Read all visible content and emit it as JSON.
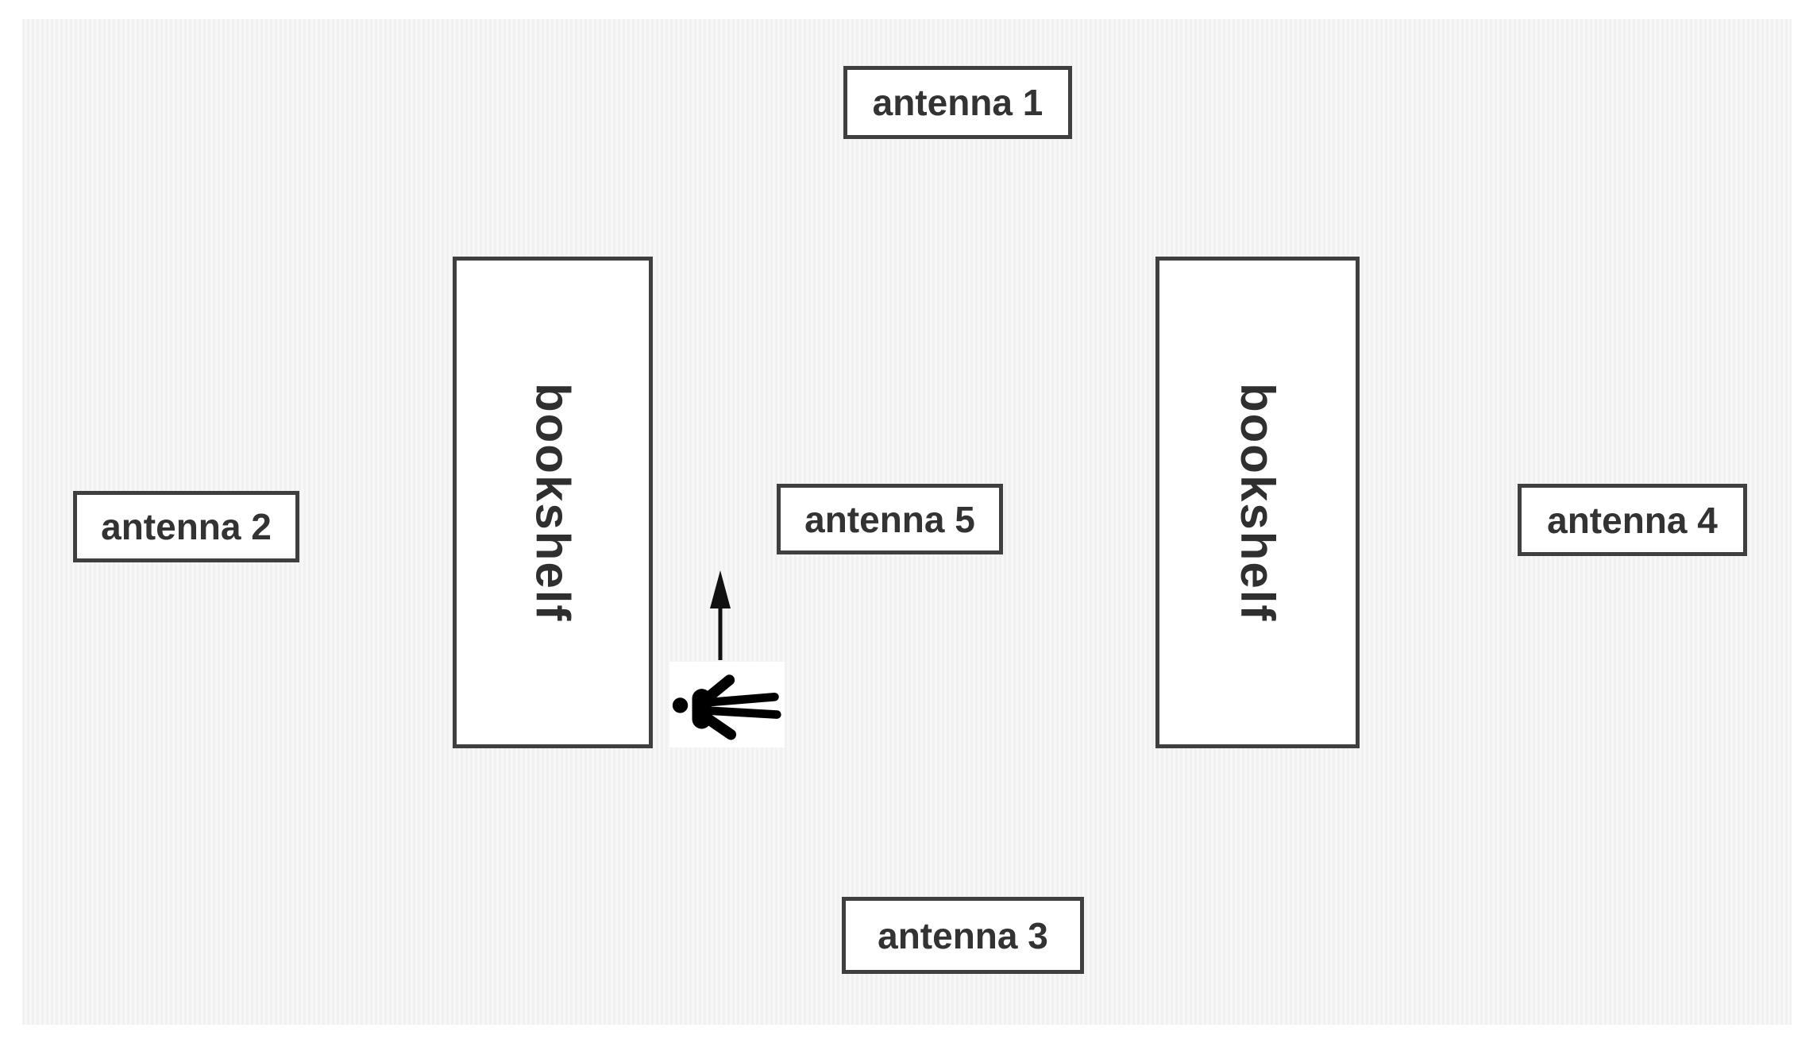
{
  "floorplan": {
    "antennas": [
      {
        "label": "antenna 1"
      },
      {
        "label": "antenna 2"
      },
      {
        "label": "antenna 3"
      },
      {
        "label": "antenna 4"
      },
      {
        "label": "antenna 5"
      }
    ],
    "bookshelves": [
      {
        "label": "bookshelf"
      },
      {
        "label": "bookshelf"
      }
    ],
    "icons": {
      "person": "person-icon",
      "direction_arrow": "up-arrow-icon"
    },
    "colors": {
      "room_fill": "#f4f4f4",
      "box_border": "#3f3f3f",
      "box_fill": "#ffffff",
      "label_text": "#333333",
      "figure": "#000000"
    }
  }
}
